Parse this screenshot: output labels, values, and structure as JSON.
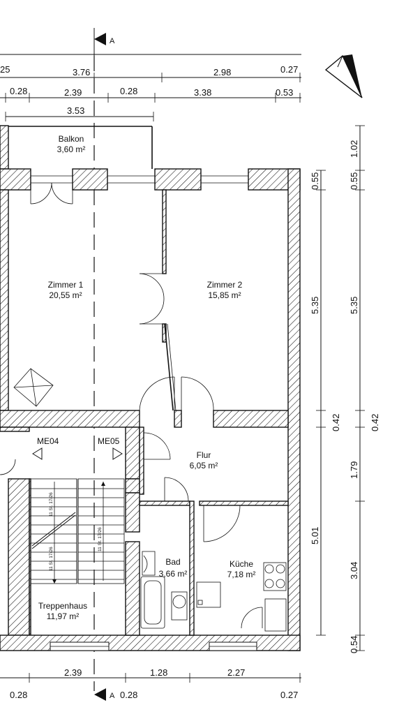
{
  "section_marker": "A",
  "dimensions": {
    "top_row1": [
      "25",
      "3.76",
      "2.98",
      "0.27"
    ],
    "top_row2": [
      "0.28",
      "2.39",
      "0.28",
      "3.38",
      "0.53"
    ],
    "top_row3": [
      "3.53"
    ],
    "right_col1": [
      "0.55",
      "5.35",
      "0.42",
      "5.01"
    ],
    "right_col2": [
      "1.02",
      "0.55",
      "5.35",
      "0.42",
      "1.79",
      "3.04",
      "0.54"
    ],
    "bottom_row1": [
      "2.39",
      "1.28",
      "2.27"
    ],
    "bottom_row2": [
      "0.28",
      "0.28",
      "0.27"
    ]
  },
  "rooms": {
    "balkon": {
      "name": "Balkon",
      "area": "3,60 m²"
    },
    "zimmer1": {
      "name": "Zimmer 1",
      "area": "20,55 m²"
    },
    "zimmer2": {
      "name": "Zimmer 2",
      "area": "15,85 m²"
    },
    "flur": {
      "name": "Flur",
      "area": "6,05 m²"
    },
    "bad": {
      "name": "Bad",
      "area": "3,66 m²"
    },
    "kueche": {
      "name": "Küche",
      "area": "7,18 m²"
    },
    "treppenhaus": {
      "name": "Treppenhaus",
      "area": "11,97 m²"
    }
  },
  "units": {
    "left": "ME04",
    "right": "ME05"
  },
  "stairs": {
    "label_up": "11 St. 17/26",
    "label_down": "11 St. 17/26",
    "label_mid": "11 St. 17/26"
  }
}
